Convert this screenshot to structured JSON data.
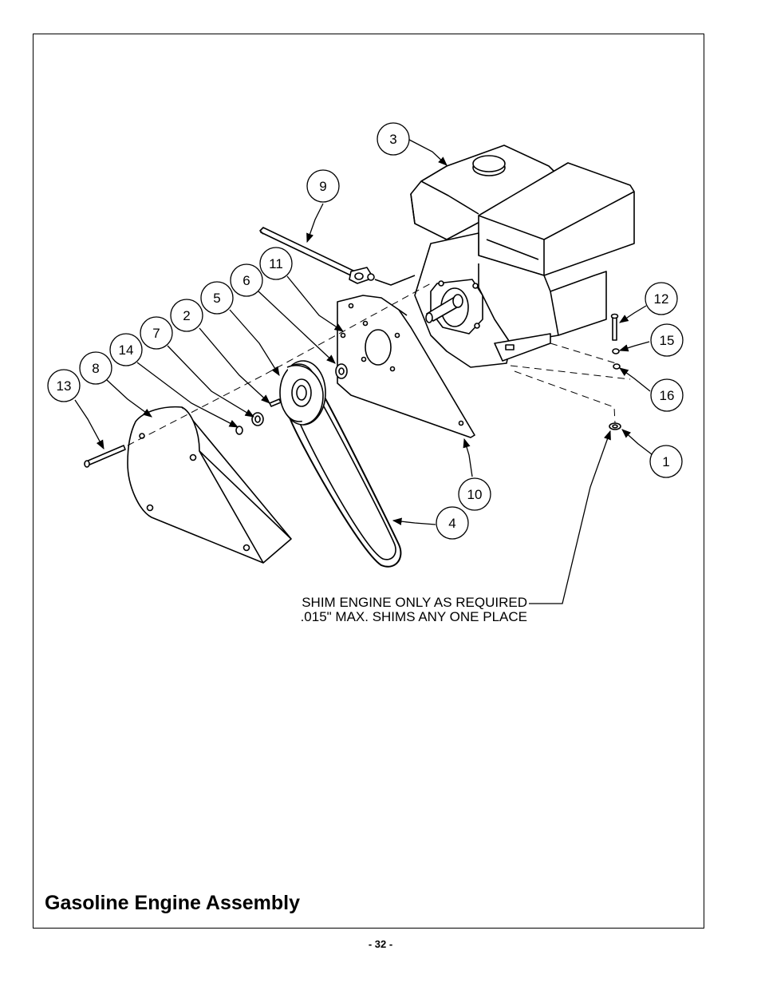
{
  "title": "Gasoline Engine Assembly",
  "page_number": "- 32 -",
  "note": {
    "line1": "SHIM ENGINE ONLY AS REQUIRED",
    "line2": ".015\" MAX. SHIMS ANY ONE PLACE"
  },
  "callouts": {
    "c1": "1",
    "c2": "2",
    "c3": "3",
    "c4": "4",
    "c5": "5",
    "c6": "6",
    "c7": "7",
    "c8": "8",
    "c9": "9",
    "c10": "10",
    "c11": "11",
    "c12": "12",
    "c13": "13",
    "c14": "14",
    "c15": "15",
    "c16": "16"
  }
}
